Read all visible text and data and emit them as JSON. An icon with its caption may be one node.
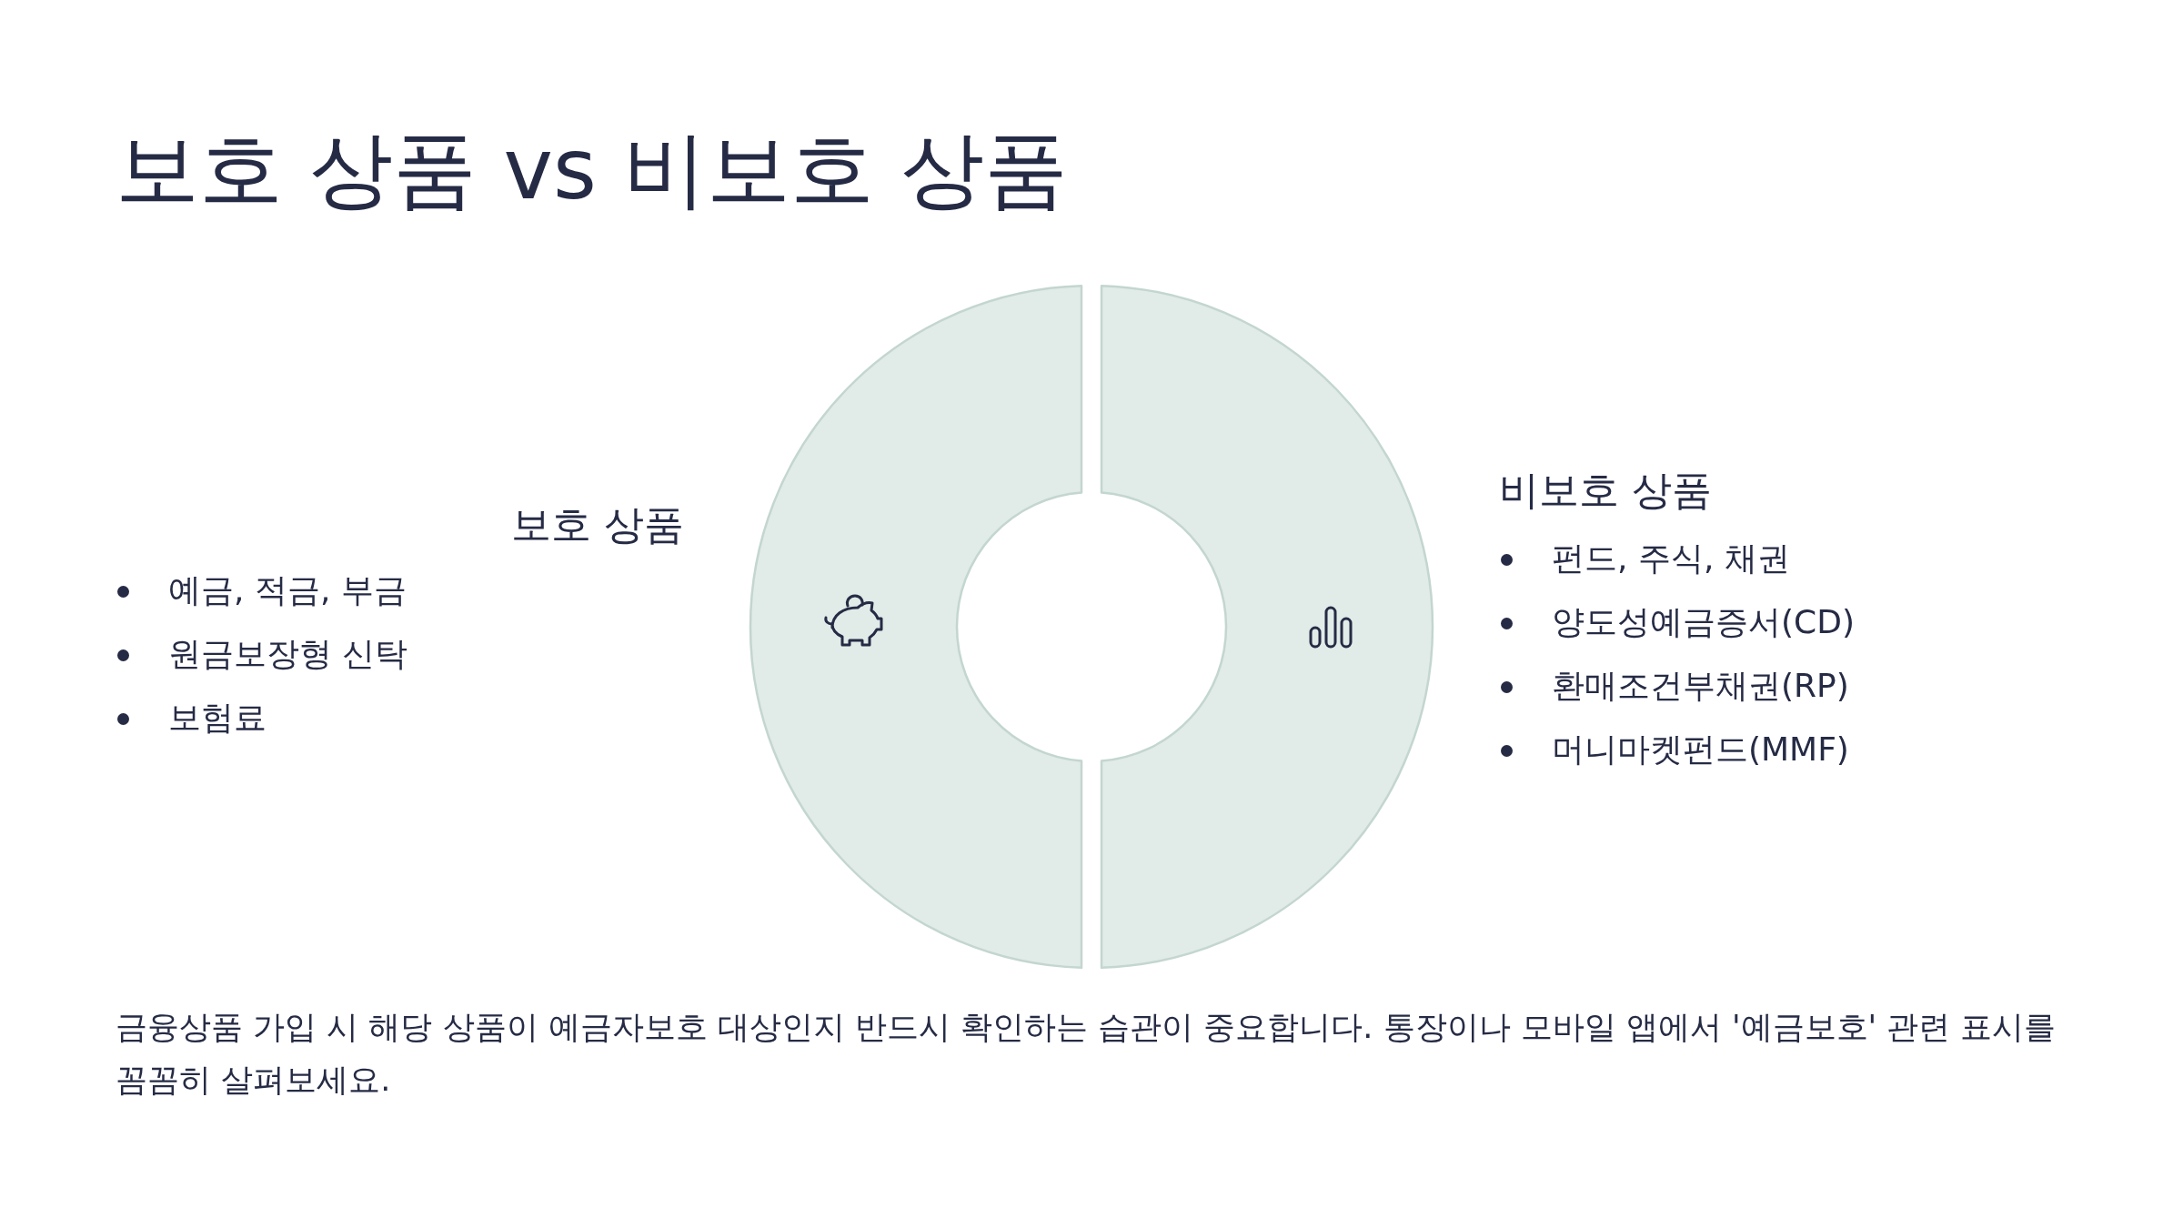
{
  "diagram": {
    "title": "보호 상품 vs 비보호 상품",
    "nodes": [
      {
        "text": [],
        "shape": "arc",
        "beside": [
          "보호 상품",
          "예금, 적금, 부금",
          "원금보장형 신탁",
          "보험료"
        ]
      },
      {
        "text": [],
        "shape": "arc",
        "beside": [
          "비보호 상품",
          "펀드, 주식, 채권",
          "양도성예금증서(CD)",
          "환매조건부채권(RP)",
          "머니마켓펀드(MMF)"
        ]
      }
    ],
    "caption": "금융상품 가입 시 해당 상품이 예금자보호 대상인지 반드시 확인하는 습관이 중요합니다. 통장이나 모바일 앱에서 '예금보호' 관련 표시를 꼼꼼히 살펴보세요."
  }
}
